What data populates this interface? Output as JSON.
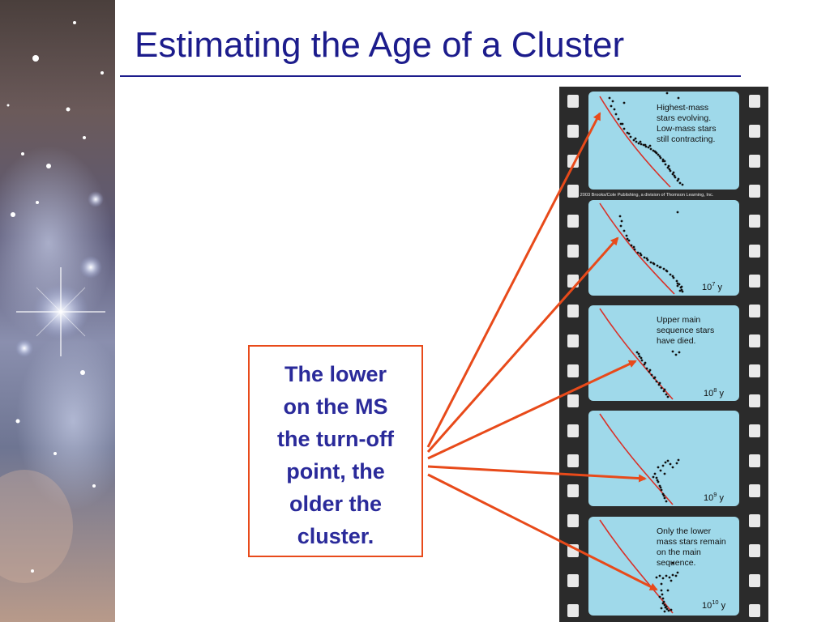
{
  "slide": {
    "title": "Estimating the Age of a Cluster",
    "callout_lines": [
      "The lower",
      "on the MS",
      "the turn-off",
      "point, the",
      "older the",
      "cluster."
    ]
  },
  "filmstrip": {
    "copyright": "© 2003 Brooks/Cole Publishing, a division of Thomson Learning, Inc.",
    "frames": [
      {
        "note_lines": [
          "Highest-mass",
          "stars evolving.",
          "Low-mass stars",
          "still contracting."
        ],
        "age_base": "",
        "age_exp": "",
        "age_unit": ""
      },
      {
        "note_lines": [],
        "age_base": "10",
        "age_exp": "7",
        "age_unit": " y"
      },
      {
        "note_lines": [
          "Upper main",
          "sequence stars",
          "have died."
        ],
        "age_base": "10",
        "age_exp": "8",
        "age_unit": " y"
      },
      {
        "note_lines": [],
        "age_base": "10",
        "age_exp": "9",
        "age_unit": " y"
      },
      {
        "note_lines": [
          "Only the lower",
          "mass stars remain",
          "on the main",
          "sequence."
        ],
        "age_base": "10",
        "age_exp": "10",
        "age_unit": " y"
      }
    ]
  },
  "colors": {
    "title": "#1c1c8c",
    "callout_border": "#e84a1a",
    "callout_text": "#2a2a9a",
    "arrows": "#e84a1a",
    "frame_bg": "#9fd9ea",
    "film_strip": "#2b2b2b",
    "main_sequence_line": "#d8322a"
  }
}
